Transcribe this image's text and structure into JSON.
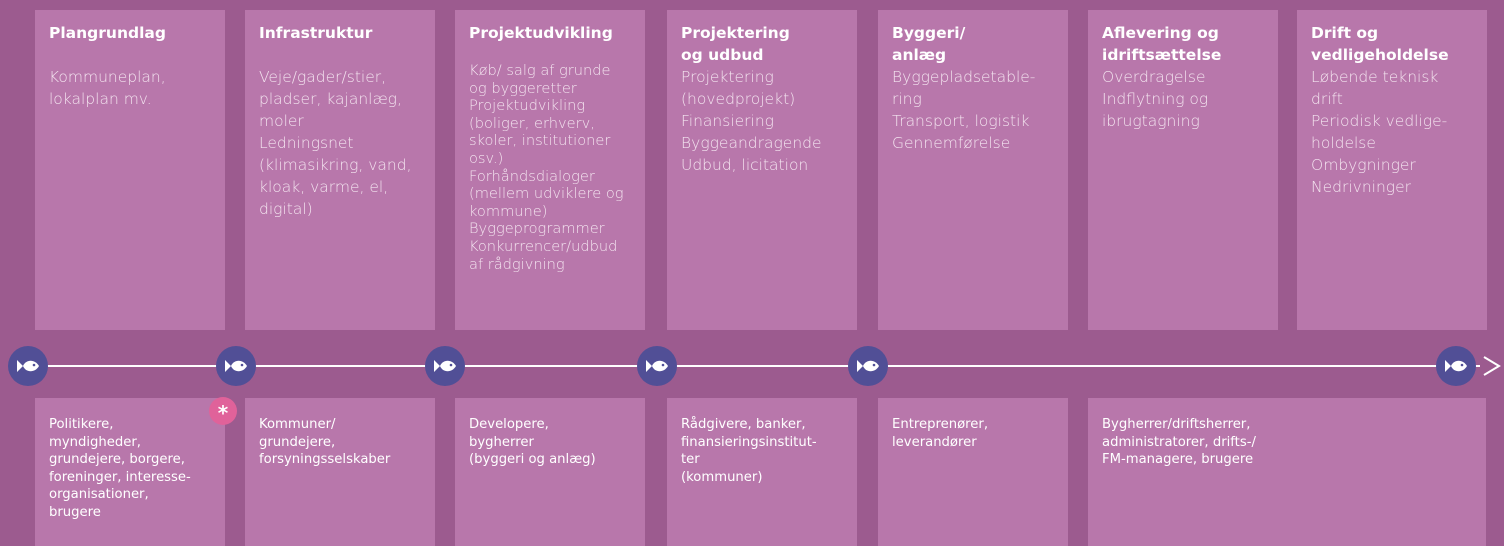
{
  "phases": [
    {
      "title": "Plangrundlag",
      "body": "Kommuneplan,\nlokalplan mv."
    },
    {
      "title": "Infrastruktur",
      "body": "Veje/gader/stier,\npladser, kajanlæg,\nmoler\nLedningsnet\n(klimasikring, vand,\nkloak, varme, el,\ndigital)"
    },
    {
      "title": "Projektudvikling",
      "body": "Køb/ salg af grunde\nog byggeretter\nProjektudvikling\n(boliger, erhverv,\nskoler, institutioner\nosv.)\nForhåndsdialoger\n(mellem udviklere og\nkommune)\nByggeprogrammer\nKonkurrencer/udbud\naf rådgivning"
    },
    {
      "title": "Projektering\nog udbud",
      "body": "Projektering\n(hovedprojekt)\nFinansiering\nByggeandragende\nUdbud, licitation"
    },
    {
      "title": "Byggeri/\nanlæg",
      "body": "Byggepladsetable-\nring\nTransport, logistik\nGennemførelse"
    },
    {
      "title": "Aflevering og\nidriftsættelse",
      "body": "Overdragelse\nIndflytning og\nibrugtagning"
    },
    {
      "title": "Drift og\nvedligeholdelse",
      "body": "Løbende teknisk\ndrift\nPeriodisk vedlige-\nholdelse\nOmbygninger\nNedrivninger"
    }
  ],
  "actors": [
    "Politikere,\nmyndigheder,\ngrundejere, borgere,\nforeninger, interesse-\norganisationer,\nbrugere",
    "Kommuner/\ngrundejere,\nforsyningsselskaber",
    "Developere,\nbygherrer\n(byggeri og anlæg)",
    "Rådgivere, banker,\nfinansieringsinstitut-\nter\n(kommuner)",
    "Entreprenører,\nleverandører",
    "Bygherrer/driftsherrer,\nadministratorer, drifts-/\nFM-managere, brugere"
  ],
  "star_marker": "*",
  "colors": {
    "background": "#9c5b8f",
    "box": "#b877ab",
    "fish_circle": "#514f96",
    "star": "#e0629a"
  },
  "icons": [
    "fish-icon",
    "arrow-right-icon",
    "asterisk-icon"
  ]
}
